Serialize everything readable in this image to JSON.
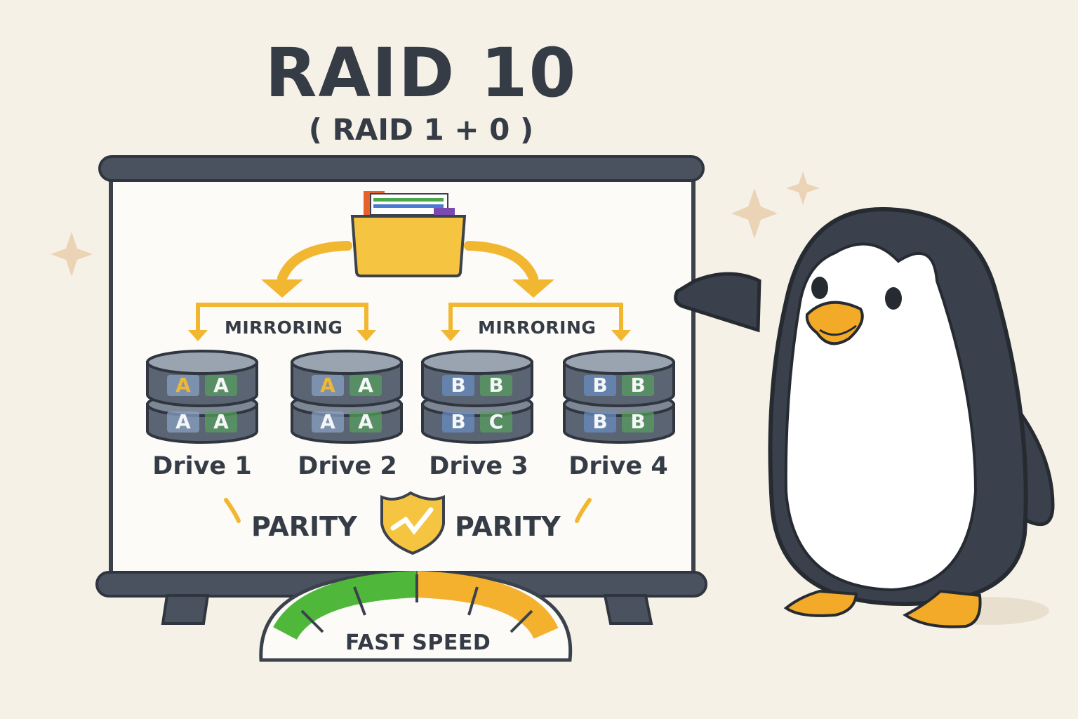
{
  "title": "RAID 10",
  "subtitle": "( RAID 1 + 0 )",
  "mirror_labels": [
    "MIRRORING",
    "MIRRORING"
  ],
  "drives": [
    {
      "label": "Drive 1",
      "top": [
        "A",
        "A"
      ],
      "bottom": [
        "A",
        "A"
      ]
    },
    {
      "label": "Drive 2",
      "top": [
        "A",
        "A"
      ],
      "bottom": [
        "A",
        "A"
      ]
    },
    {
      "label": "Drive 3",
      "top": [
        "B",
        "B"
      ],
      "bottom": [
        "B",
        "C"
      ]
    },
    {
      "label": "Drive 4",
      "top": [
        "B",
        "B"
      ],
      "bottom": [
        "B",
        "B"
      ]
    }
  ],
  "parity_labels": [
    "PARITY",
    "PARITY"
  ],
  "speed_label": "FAST SPEED",
  "colors": {
    "accent": "#f2b731",
    "board_bar": "#4a5260",
    "drive_body": "#5b6473",
    "cell_a": "#8aa4c8",
    "cell_b": "#6a8fc4",
    "cell_green": "#57a05c",
    "penguin": "#3a414c",
    "beak": "#f2aa28",
    "gauge_green": "#4fb83a",
    "gauge_orange": "#f3b12e"
  }
}
